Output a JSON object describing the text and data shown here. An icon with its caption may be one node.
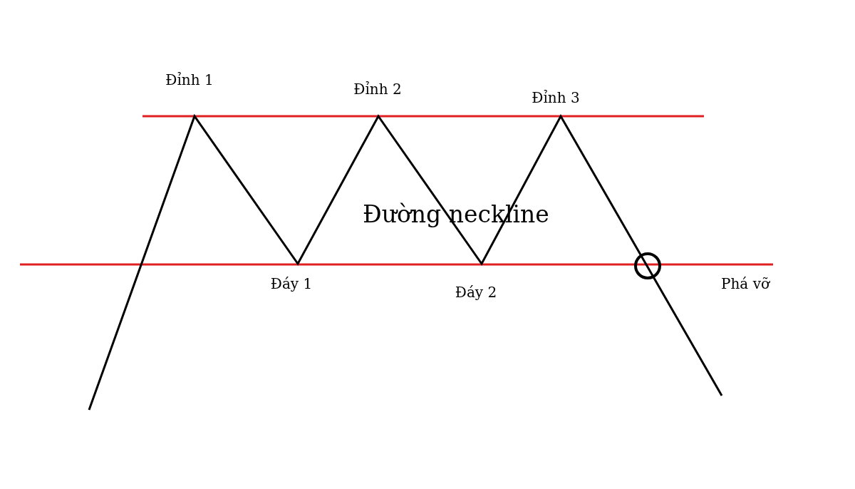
{
  "diagram": {
    "labels": [
      "Đỉnh 1",
      "Đỉnh 2",
      "Đỉnh 3",
      "Đường neckline",
      "Đáy 1",
      "Đáy 2",
      "Phá vỡ"
    ]
  }
}
